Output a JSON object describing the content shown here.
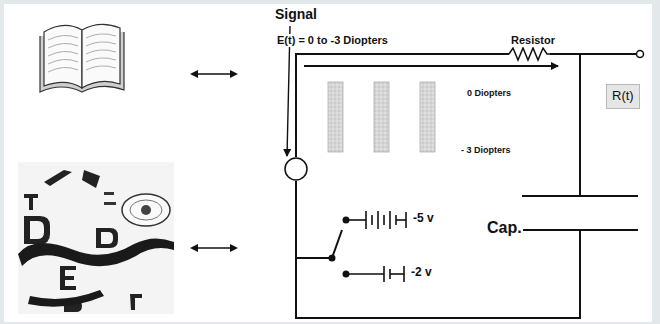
{
  "diagram": {
    "nodes": [
      {
        "text": [
          "R(t)"
        ]
      }
    ],
    "labels": [
      "Signal",
      "E(t) = 0 to -3 Diopters",
      "Resistor",
      "0 Diopters",
      "- 3 Diopters",
      "-5 v",
      "-2 v",
      "Cap."
    ]
  }
}
